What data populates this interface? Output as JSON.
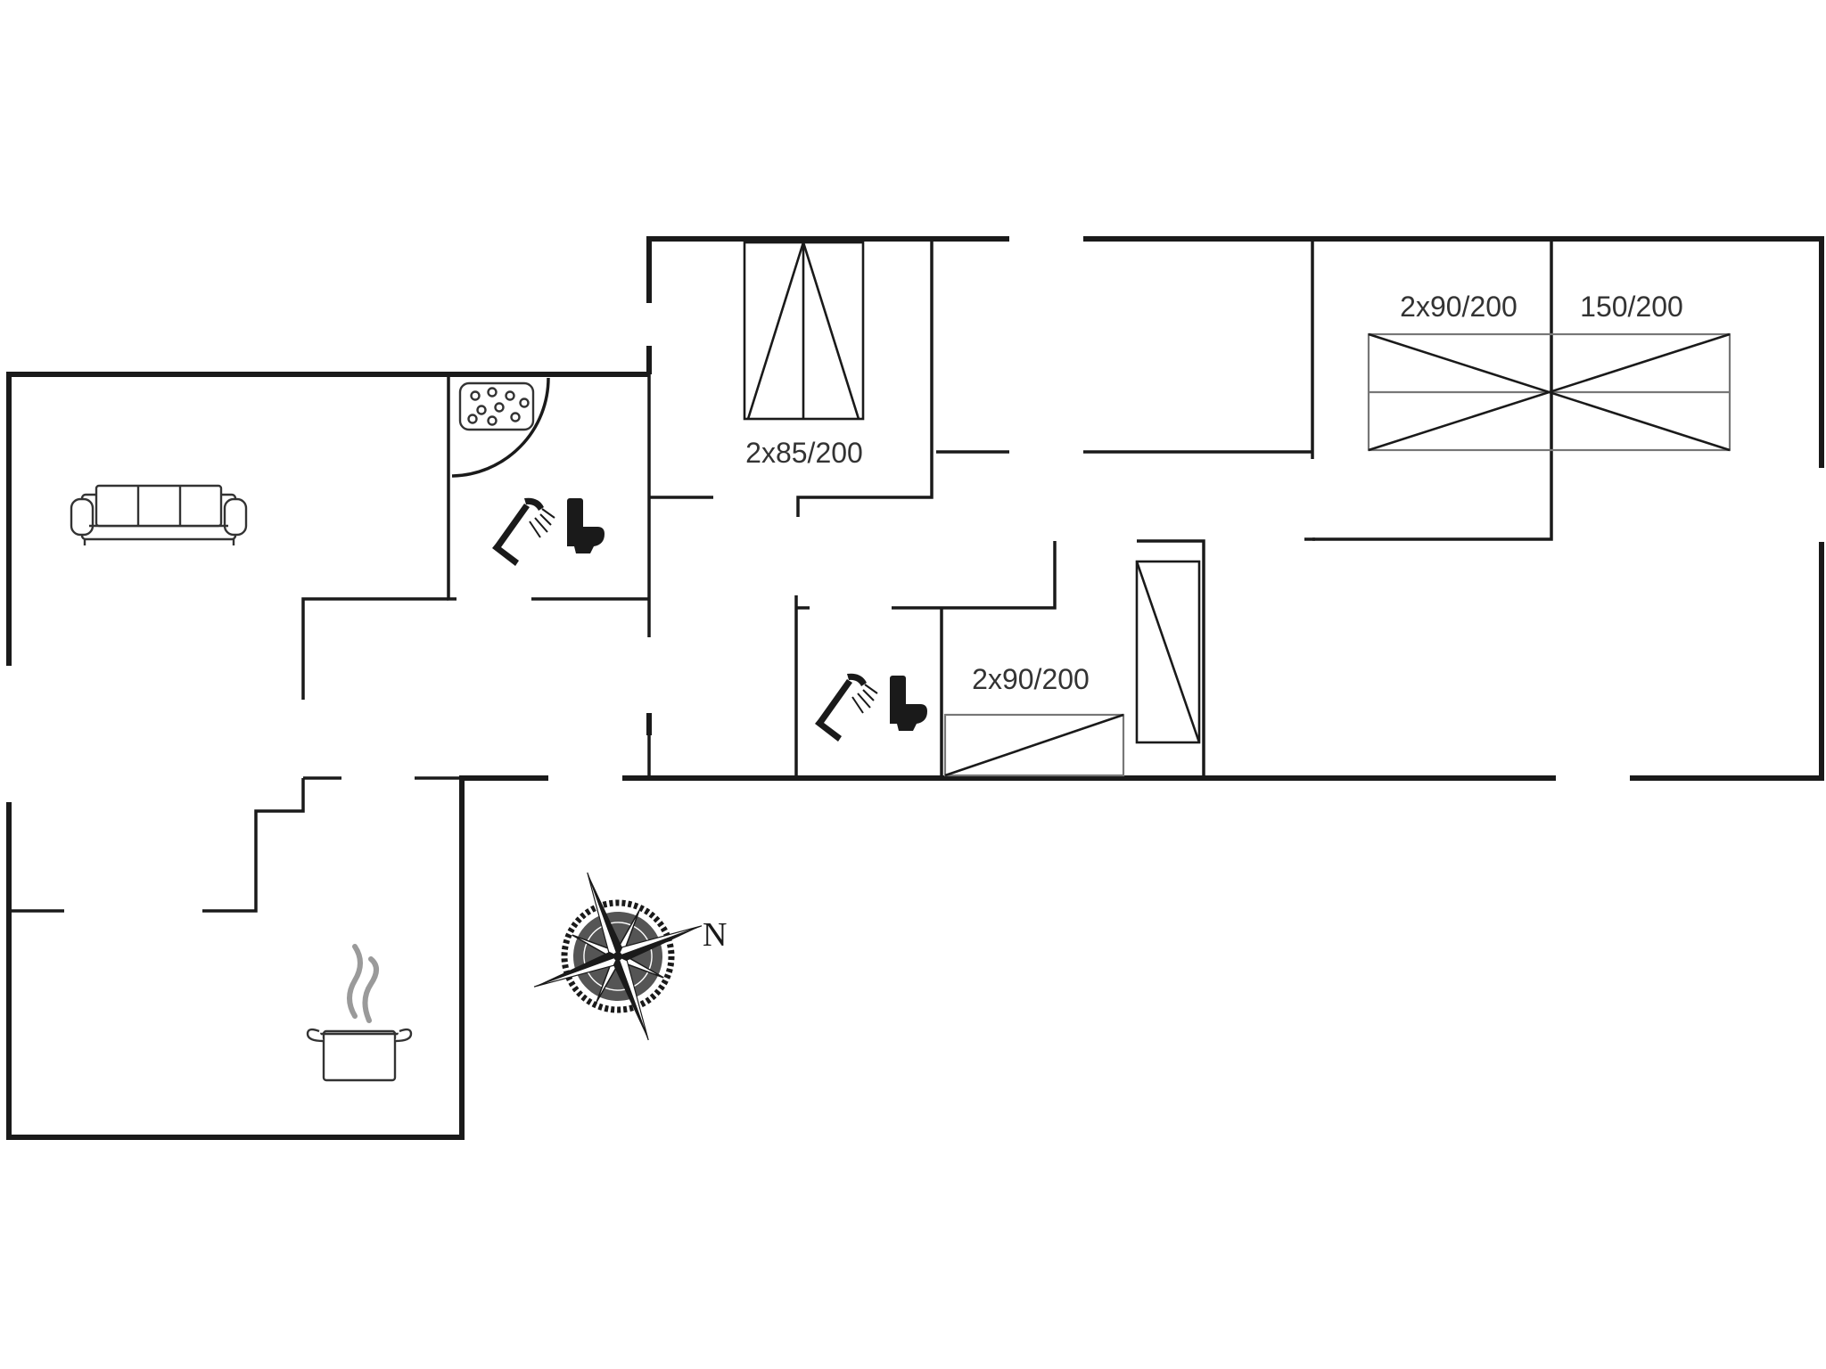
{
  "labels": {
    "bed_top_left": "2x85/200",
    "bed_top_right_a": "2x90/200",
    "bed_top_right_b": "150/200",
    "bed_middle": "2x90/200"
  },
  "compass": {
    "north_label": "N"
  },
  "icons": [
    "sofa-icon",
    "whirlpool-icon",
    "shower-icon",
    "toilet-icon",
    "cooking-pot-icon",
    "compass-rose-icon"
  ],
  "colors": {
    "wall": "#1a1a1a",
    "background": "#ffffff",
    "label": "#333333"
  }
}
